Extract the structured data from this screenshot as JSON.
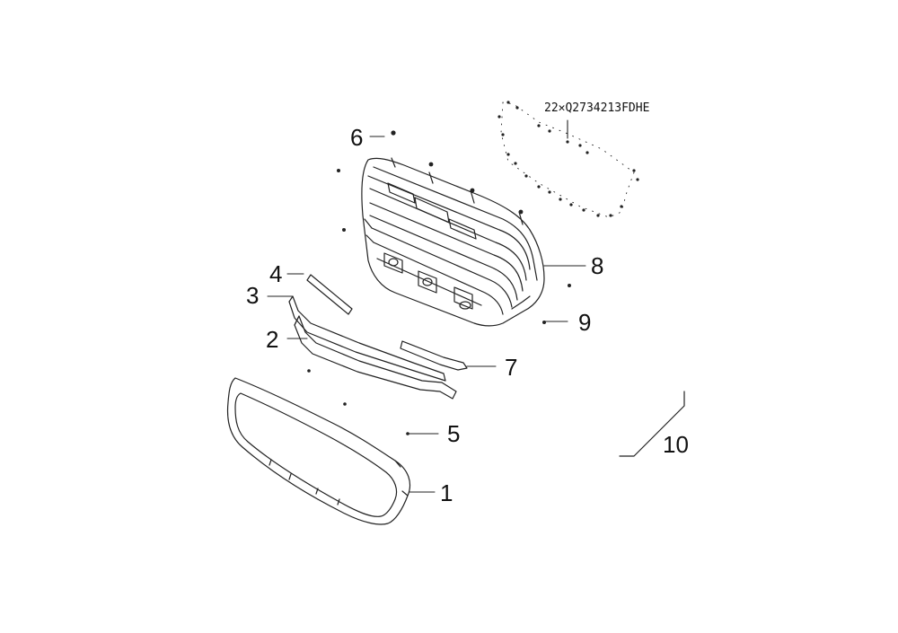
{
  "callouts": [
    {
      "id": "1",
      "label": "1"
    },
    {
      "id": "2",
      "label": "2"
    },
    {
      "id": "3",
      "label": "3"
    },
    {
      "id": "4",
      "label": "4"
    },
    {
      "id": "5",
      "label": "5"
    },
    {
      "id": "6",
      "label": "6"
    },
    {
      "id": "7",
      "label": "7"
    },
    {
      "id": "8",
      "label": "8"
    },
    {
      "id": "9",
      "label": "9"
    },
    {
      "id": "10",
      "label": "10"
    }
  ],
  "note": "22✕Q2734213FDHE"
}
